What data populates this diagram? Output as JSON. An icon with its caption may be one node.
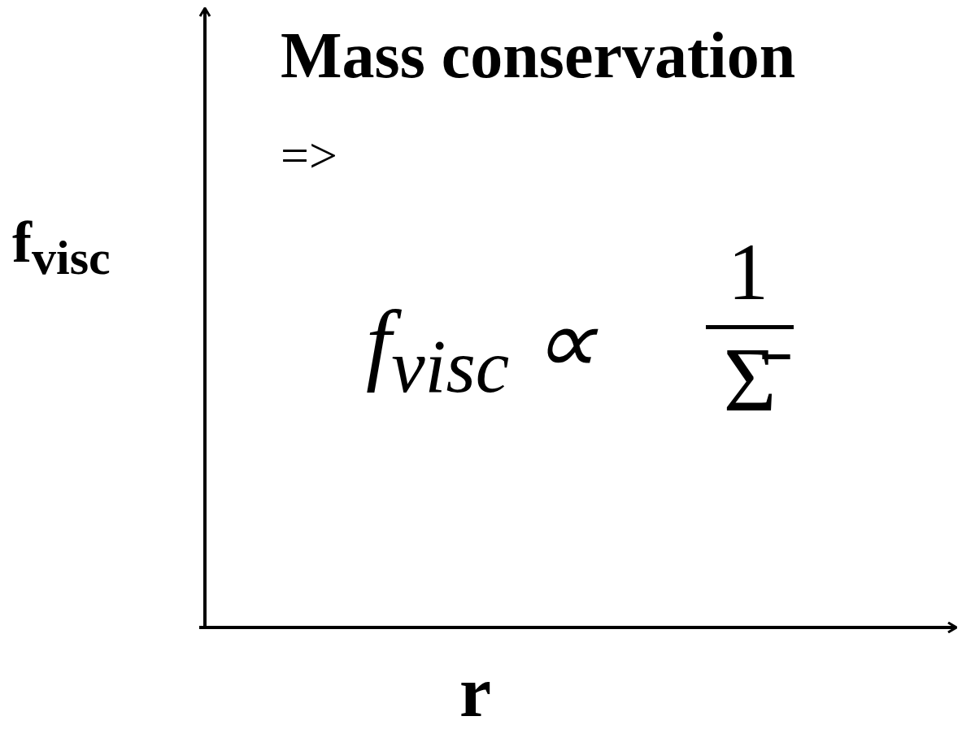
{
  "diagram": {
    "labels": [
      "Mass conservation",
      "=>",
      "f$_{visc}$",
      "f$_{visc}$ ∝",
      "1",
      "Σ̄",
      "r"
    ]
  }
}
